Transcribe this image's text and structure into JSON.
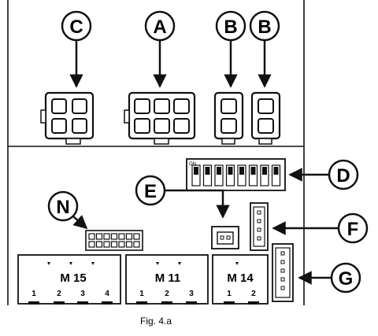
{
  "figure": {
    "caption": "Fig. 4.a",
    "callouts": {
      "c": "C",
      "a": "A",
      "b1": "B",
      "b2": "B",
      "d": "D",
      "e": "E",
      "n": "N",
      "f": "F",
      "g": "G"
    },
    "terminal_blocks": [
      {
        "label": "M 15",
        "pins": [
          "1",
          "2",
          "3",
          "4"
        ]
      },
      {
        "label": "M 11",
        "pins": [
          "1",
          "2",
          "3"
        ]
      },
      {
        "label": "M 14",
        "pins": [
          "1",
          "2"
        ]
      }
    ],
    "dip_switch_marker": "ON"
  }
}
